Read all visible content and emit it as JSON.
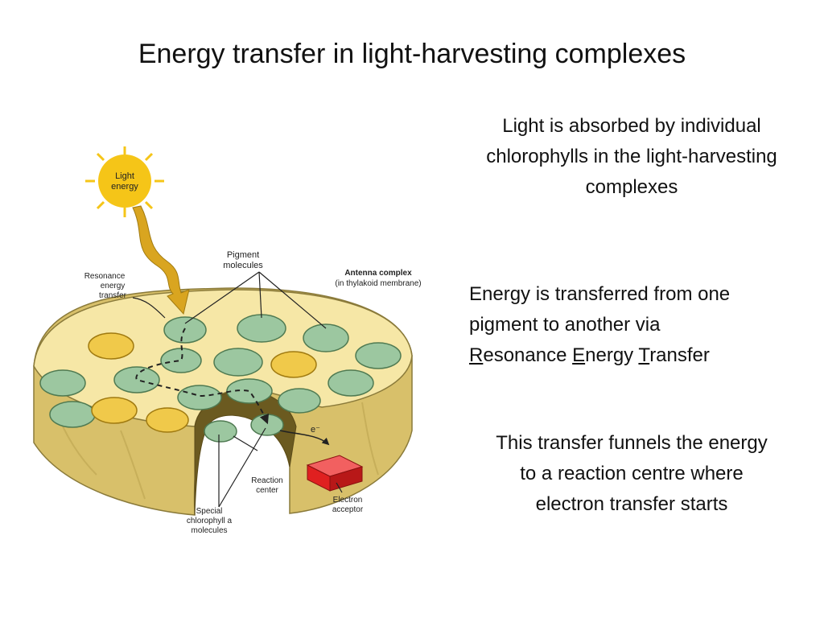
{
  "slide": {
    "title": "Energy transfer in light-harvesting complexes"
  },
  "bullets": {
    "p1": "Light is absorbed by individual chlorophylls in the light-harvesting complexes",
    "p2_line1": "Energy is transferred from one",
    "p2_line2": "pigment to another via",
    "p2_r": "R",
    "p2_esonance": "esonance ",
    "p2_e": "E",
    "p2_nergy": "nergy ",
    "p2_t": "T",
    "p2_ransfer": "ransfer",
    "p3_line1": "This transfer funnels the energy",
    "p3_line2": "to a reaction centre where",
    "p3_line3": "electron transfer starts"
  },
  "diagram": {
    "labels": {
      "light_energy_1": "Light",
      "light_energy_2": "energy",
      "pigment_1": "Pigment",
      "pigment_2": "molecules",
      "antenna_1": "Antenna complex",
      "antenna_2": "(in thylakoid membrane)",
      "resonance_1": "Resonance",
      "resonance_2": "energy",
      "resonance_3": "transfer",
      "reaction_1": "Reaction",
      "reaction_2": "center",
      "acceptor_1": "Electron",
      "acceptor_2": "acceptor",
      "special_1": "Special",
      "special_2": "chlorophyll a",
      "special_3": "molecules",
      "electron": "e⁻"
    },
    "colors": {
      "membrane_top": "#f6e7a6",
      "membrane_side": "#d8c06a",
      "pigment_green": "#9cc7a0",
      "pigment_yellow": "#f0c94a",
      "sun": "#f5c518",
      "light_arrow": "#d9a520",
      "acceptor": "#e02020"
    }
  }
}
